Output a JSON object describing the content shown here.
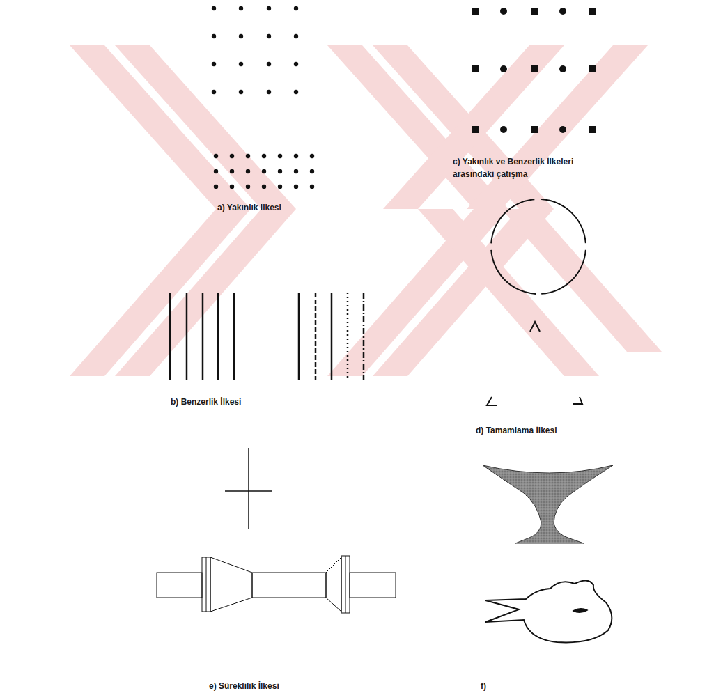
{
  "diagram": {
    "labels": [
      "a) Yakınlık ilkesi",
      "b) Benzerlik İlkesi",
      "c) Yakınlık ve Benzerlik İlkeleri arasındaki çatışma",
      "d) Tamamlama İlkesi",
      "e) Süreklilik İlkesi",
      "f)"
    ]
  }
}
